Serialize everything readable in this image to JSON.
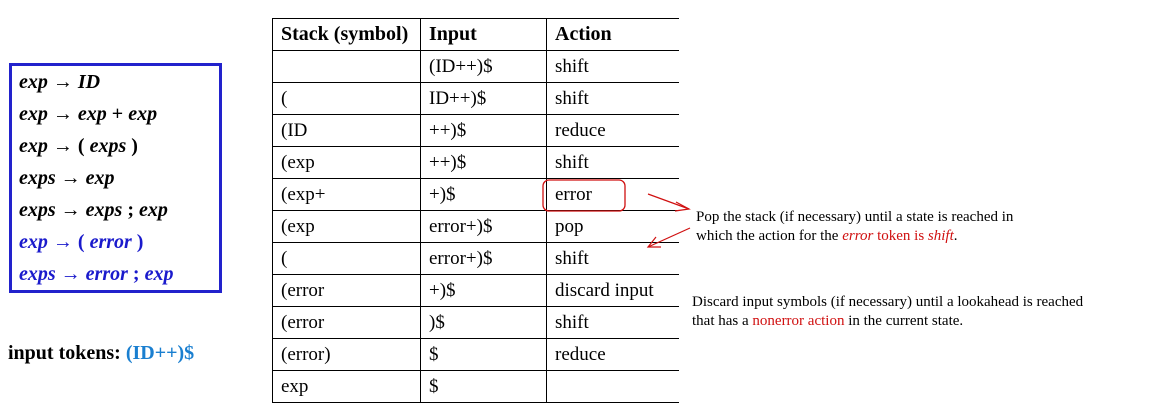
{
  "grammar": {
    "rules": [
      {
        "lhs": "exp",
        "arrow": "→",
        "rhs": [
          {
            "t": "ID",
            "it": true
          }
        ],
        "blue": false
      },
      {
        "lhs": "exp",
        "arrow": "→",
        "rhs": [
          {
            "t": "exp",
            "it": true
          },
          {
            "t": " + ",
            "it": false
          },
          {
            "t": "exp",
            "it": true
          }
        ],
        "blue": false
      },
      {
        "lhs": "exp",
        "arrow": "→",
        "rhs": [
          {
            "t": "( ",
            "it": false
          },
          {
            "t": "exps",
            "it": true
          },
          {
            "t": " )",
            "it": false
          }
        ],
        "blue": false
      },
      {
        "lhs": "exps",
        "arrow": "→",
        "rhs": [
          {
            "t": "exp",
            "it": true
          }
        ],
        "blue": false
      },
      {
        "lhs": "exps",
        "arrow": "→",
        "rhs": [
          {
            "t": "exps",
            "it": true
          },
          {
            "t": " ; ",
            "it": false
          },
          {
            "t": "exp",
            "it": true
          }
        ],
        "blue": false
      },
      {
        "lhs": "exp",
        "arrow": "→",
        "rhs": [
          {
            "t": "( ",
            "it": false
          },
          {
            "t": "error",
            "it": true
          },
          {
            "t": " )",
            "it": false
          }
        ],
        "blue": true
      },
      {
        "lhs": "exps",
        "arrow": "→",
        "rhs": [
          {
            "t": "error",
            "it": true
          },
          {
            "t": " ; ",
            "it": false
          },
          {
            "t": "exp",
            "it": true
          }
        ],
        "blue": true
      }
    ]
  },
  "input_tokens": {
    "label": "input tokens: ",
    "value": "(ID++)$"
  },
  "table": {
    "headers": [
      "Stack (symbol)",
      "Input",
      "Action"
    ],
    "rows": [
      [
        "",
        "(ID++)$",
        "shift"
      ],
      [
        "(",
        "ID++)$",
        "shift"
      ],
      [
        "(ID",
        "++)$",
        "reduce"
      ],
      [
        "(exp",
        "++)$",
        "shift"
      ],
      [
        "(exp+",
        "+)$",
        "error"
      ],
      [
        "(exp",
        "error+)$",
        "pop"
      ],
      [
        "(",
        "error+)$",
        "shift"
      ],
      [
        "(error",
        "+)$",
        "discard input"
      ],
      [
        "(error",
        ")$",
        "shift"
      ],
      [
        "(error)",
        "$",
        "reduce"
      ],
      [
        "exp",
        "$",
        ""
      ]
    ]
  },
  "notes": {
    "pop": {
      "line1": "Pop the stack (if necessary) until a state is reached in",
      "line2_a": "which the action for the ",
      "line2_error": "error",
      "line2_b": " token is ",
      "line2_shift": "shift",
      "line2_c": "."
    },
    "discard": {
      "line1": "Discard input symbols (if necessary) until a lookahead is reached",
      "line2_a": "that has a ",
      "line2_red": "nonerror action",
      "line2_b": " in the current state."
    }
  },
  "colors": {
    "grammar_border": "#2222cc",
    "blue_rules": "#1a1acc",
    "input_value": "#1a7fd0",
    "annotation_red": "#d01010"
  }
}
